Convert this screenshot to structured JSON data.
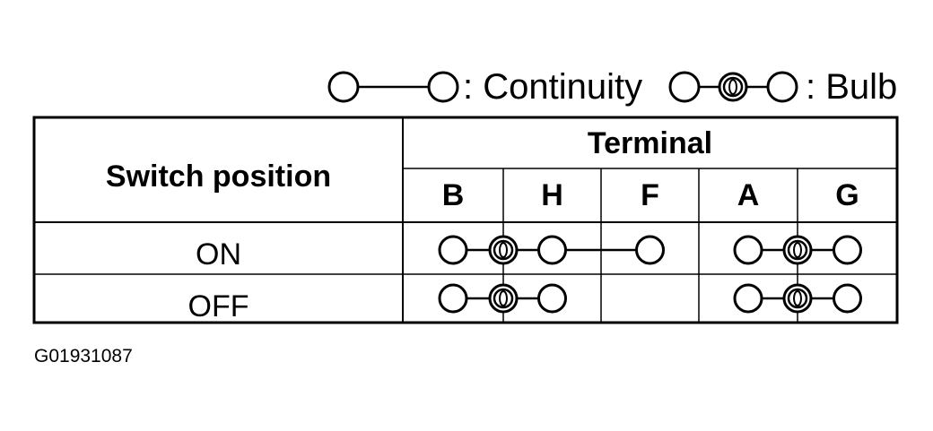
{
  "legend": {
    "continuity_label": ": Continuity",
    "bulb_label": ": Bulb"
  },
  "table": {
    "corner_header": "Switch position",
    "group_header": "Terminal",
    "terminals": [
      "B",
      "H",
      "F",
      "A",
      "G"
    ],
    "rows": [
      {
        "label": "ON",
        "connections": [
          {
            "from": "B",
            "to": "H",
            "type": "bulb"
          },
          {
            "from": "H",
            "to": "F",
            "type": "continuity"
          },
          {
            "from": "A",
            "to": "G",
            "type": "bulb"
          }
        ]
      },
      {
        "label": "OFF",
        "connections": [
          {
            "from": "B",
            "to": "H",
            "type": "bulb"
          },
          {
            "from": "A",
            "to": "G",
            "type": "bulb"
          }
        ]
      }
    ]
  },
  "figure_id": "G01931087",
  "colors": {
    "line": "#000000",
    "background": "#ffffff"
  }
}
